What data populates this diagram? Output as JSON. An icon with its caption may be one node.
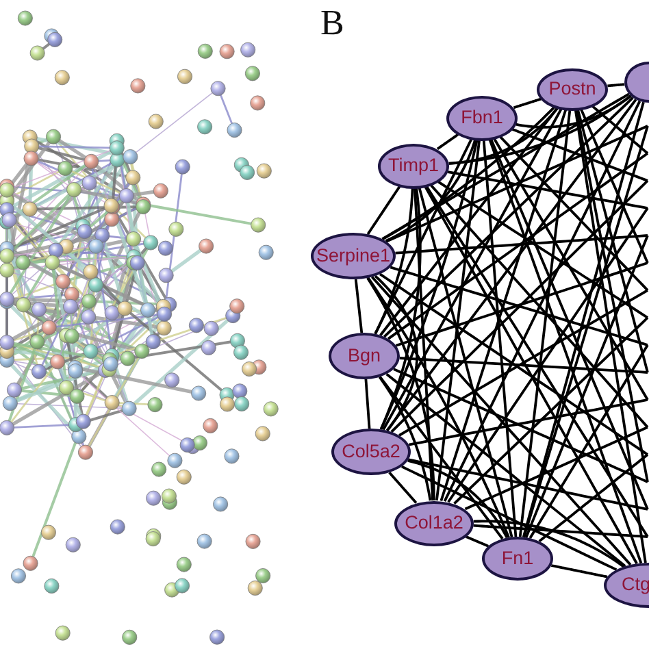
{
  "diagram": {
    "nodes": [
      {
        "text": [],
        "shape": "ellipse"
      },
      {
        "text": [
          "Postn"
        ]
      },
      {
        "text": [
          "Fbn1"
        ]
      },
      {
        "text": [
          "Timp1"
        ]
      },
      {
        "text": [
          "Serpine1"
        ]
      },
      {
        "text": [
          "Bgn"
        ]
      },
      {
        "text": [
          "Col5a2"
        ]
      },
      {
        "text": [
          "Col1a2"
        ]
      },
      {
        "text": [
          "Fn1"
        ]
      },
      {
        "text": [
          "Ctg"
        ]
      }
    ],
    "edges": [
      {
        "from": 0,
        "to": 1,
        "arrow": "none"
      },
      {
        "from": 0,
        "to": 2,
        "arrow": "none"
      },
      {
        "from": 0,
        "to": 3,
        "arrow": "none"
      },
      {
        "from": 0,
        "to": 4,
        "arrow": "none"
      },
      {
        "from": 0,
        "to": 5,
        "arrow": "none"
      },
      {
        "from": 0,
        "to": 6,
        "arrow": "none"
      },
      {
        "from": 0,
        "to": 7,
        "arrow": "none"
      },
      {
        "from": 0,
        "to": 8,
        "arrow": "none"
      },
      {
        "from": 1,
        "to": 2,
        "arrow": "none"
      },
      {
        "from": 1,
        "to": 3,
        "arrow": "none"
      },
      {
        "from": 1,
        "to": 4,
        "arrow": "none"
      },
      {
        "from": 1,
        "to": 5,
        "arrow": "none"
      },
      {
        "from": 1,
        "to": 6,
        "arrow": "none"
      },
      {
        "from": 1,
        "to": 7,
        "arrow": "none"
      },
      {
        "from": 1,
        "to": 8,
        "arrow": "none"
      },
      {
        "from": 1,
        "to": 9,
        "arrow": "none"
      },
      {
        "from": 2,
        "to": 3,
        "arrow": "none"
      },
      {
        "from": 2,
        "to": 4,
        "arrow": "none"
      },
      {
        "from": 2,
        "to": 5,
        "arrow": "none"
      },
      {
        "from": 2,
        "to": 6,
        "arrow": "none"
      },
      {
        "from": 2,
        "to": 7,
        "arrow": "none"
      },
      {
        "from": 2,
        "to": 8,
        "arrow": "none"
      },
      {
        "from": 2,
        "to": 9,
        "arrow": "none"
      },
      {
        "from": 3,
        "to": 4,
        "arrow": "none"
      },
      {
        "from": 3,
        "to": 5,
        "arrow": "none"
      },
      {
        "from": 3,
        "to": 6,
        "arrow": "none"
      },
      {
        "from": 3,
        "to": 7,
        "arrow": "none"
      },
      {
        "from": 3,
        "to": 8,
        "arrow": "none"
      },
      {
        "from": 3,
        "to": 9,
        "arrow": "none"
      },
      {
        "from": 4,
        "to": 5,
        "arrow": "none"
      },
      {
        "from": 4,
        "to": 6,
        "arrow": "none"
      },
      {
        "from": 4,
        "to": 7,
        "arrow": "none"
      },
      {
        "from": 4,
        "to": 8,
        "arrow": "none"
      },
      {
        "from": 4,
        "to": 9,
        "arrow": "none"
      },
      {
        "from": 5,
        "to": 6,
        "arrow": "none"
      },
      {
        "from": 5,
        "to": 7,
        "arrow": "none"
      },
      {
        "from": 5,
        "to": 8,
        "arrow": "none"
      },
      {
        "from": 5,
        "to": 9,
        "arrow": "none"
      },
      {
        "from": 6,
        "to": 7,
        "arrow": "none"
      },
      {
        "from": 6,
        "to": 8,
        "arrow": "none"
      },
      {
        "from": 6,
        "to": 9,
        "arrow": "none"
      },
      {
        "from": 7,
        "to": 8,
        "arrow": "none"
      },
      {
        "from": 7,
        "to": 9,
        "arrow": "none"
      },
      {
        "from": 8,
        "to": 9,
        "arrow": "none"
      },
      {
        "from": 1,
        "to": null,
        "arrow": "none"
      },
      {
        "from": 1,
        "to": null,
        "arrow": "none"
      },
      {
        "from": 1,
        "to": null,
        "arrow": "none"
      },
      {
        "from": 1,
        "to": null,
        "arrow": "none"
      },
      {
        "from": 2,
        "to": null,
        "arrow": "none"
      },
      {
        "from": 2,
        "to": null,
        "arrow": "none"
      },
      {
        "from": 2,
        "to": null,
        "arrow": "none"
      },
      {
        "from": 2,
        "to": null,
        "arrow": "none"
      },
      {
        "from": 3,
        "to": null,
        "arrow": "none"
      },
      {
        "from": 3,
        "to": null,
        "arrow": "none"
      },
      {
        "from": 3,
        "to": null,
        "arrow": "none"
      },
      {
        "from": 3,
        "to": null,
        "arrow": "none"
      },
      {
        "from": 4,
        "to": null,
        "arrow": "none"
      },
      {
        "from": 4,
        "to": null,
        "arrow": "none"
      },
      {
        "from": 4,
        "to": null,
        "arrow": "none"
      },
      {
        "from": 4,
        "to": null,
        "arrow": "none"
      },
      {
        "from": 5,
        "to": null,
        "arrow": "none"
      },
      {
        "from": 5,
        "to": null,
        "arrow": "none"
      },
      {
        "from": 5,
        "to": null,
        "arrow": "none"
      },
      {
        "from": 5,
        "to": null,
        "arrow": "none"
      },
      {
        "from": 6,
        "to": null,
        "arrow": "none"
      },
      {
        "from": 6,
        "to": null,
        "arrow": "none"
      },
      {
        "from": 6,
        "to": null,
        "arrow": "none"
      },
      {
        "from": 6,
        "to": null,
        "arrow": "none"
      },
      {
        "from": 7,
        "to": null,
        "arrow": "none"
      },
      {
        "from": 7,
        "to": null,
        "arrow": "none"
      },
      {
        "from": 7,
        "to": null,
        "arrow": "none"
      },
      {
        "from": 7,
        "to": null,
        "arrow": "none"
      },
      {
        "from": 8,
        "to": null,
        "arrow": "none"
      },
      {
        "from": 8,
        "to": null,
        "arrow": "none"
      },
      {
        "from": 8,
        "to": null,
        "arrow": "none"
      },
      {
        "from": 8,
        "to": null,
        "arrow": "none"
      }
    ],
    "labels": [
      "B"
    ]
  }
}
